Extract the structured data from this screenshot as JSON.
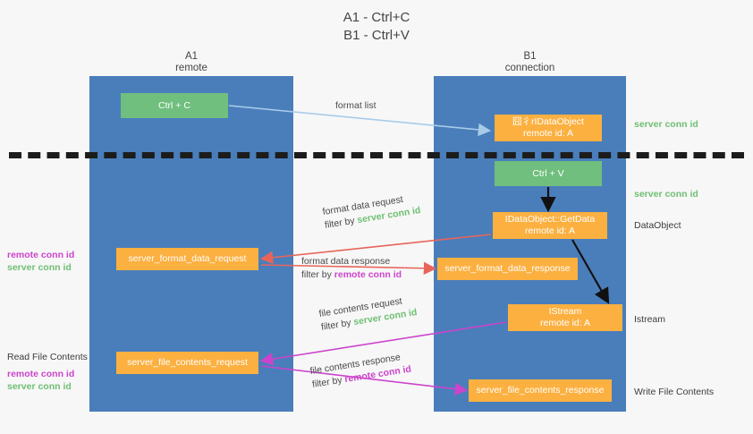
{
  "title": "A1 - Ctrl+C\nB1 - Ctrl+V",
  "lanes": [
    {
      "name": "A1",
      "sub": "remote",
      "header": "A1\nremote",
      "color": "#4a7ebb"
    },
    {
      "name": "B1",
      "sub": "connection",
      "header": "B1\nconnection",
      "color": "#4a7ebb"
    }
  ],
  "colors": {
    "lane": "#4a7ebb",
    "green_box": "#70bf7e",
    "orange_box": "#fbb040",
    "green_text": "#6fbf73",
    "magenta_text": "#cc44cc",
    "blue_arrow": "#a8cbe8",
    "red_arrow": "#e8645a",
    "magenta_arrow": "#cc44cc",
    "black_arrow": "#111111",
    "divider": "#1c1c1c",
    "background": "#f7f7f7"
  },
  "nodes": {
    "ctrl_c": {
      "label": "Ctrl + C",
      "style": "green"
    },
    "ctrl_v": {
      "label": "Ctrl + V",
      "style": "green"
    },
    "data_object": {
      "line1": "囧彳rIDataObject",
      "line2": "remote id: A",
      "style": "orange"
    },
    "get_data": {
      "line1": "IDataObject::GetData",
      "line2": "remote id: A",
      "style": "orange"
    },
    "istream": {
      "line1": "IStream",
      "line2": "remote id: A",
      "style": "orange"
    },
    "server_format_data_request": {
      "label": "server_format_data_request",
      "style": "orange"
    },
    "server_format_data_response": {
      "label": "server_format_data_response",
      "style": "orange"
    },
    "server_file_contents_request": {
      "label": "server_file_contents_request",
      "style": "orange"
    },
    "server_file_contents_response": {
      "label": "server_file_contents_response",
      "style": "orange"
    }
  },
  "edges": {
    "format_list": {
      "line1": "format list"
    },
    "format_data_request": {
      "line1": "format data request",
      "prefix": "filter by ",
      "highlight": "server conn id"
    },
    "format_data_response": {
      "line1": "format data response",
      "prefix": "filter by ",
      "highlight": "remote conn id"
    },
    "file_contents_request": {
      "line1": "file contents request",
      "prefix": "filter by ",
      "highlight": "server conn id"
    },
    "file_contents_response": {
      "line1": "file contents response",
      "prefix": "filter by ",
      "highlight": "remote conn id"
    }
  },
  "annotations": {
    "right": [
      {
        "text": "server conn id",
        "color": "green"
      },
      {
        "text": "server conn id",
        "color": "green"
      },
      {
        "text": "DataObject",
        "color": "dark"
      },
      {
        "text": "Istream",
        "color": "dark"
      },
      {
        "text": "Write File Contents",
        "color": "dark"
      }
    ],
    "left": {
      "pair_top_remote": "remote conn id",
      "pair_top_server": "server conn id",
      "read_file_contents": "Read File Contents",
      "pair_bottom_remote": "remote conn id",
      "pair_bottom_server": "server conn id"
    }
  }
}
